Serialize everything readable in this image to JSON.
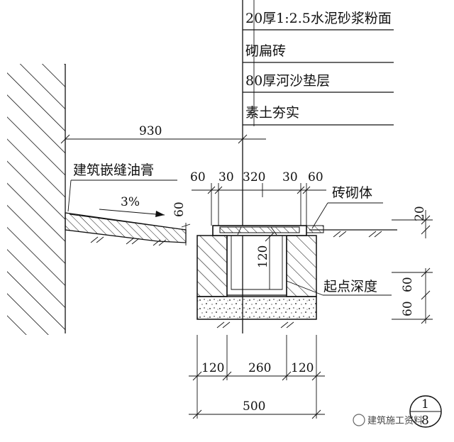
{
  "layers": [
    {
      "label": "20厚1:2.5水泥砂浆粉面"
    },
    {
      "label": "砌扁砖"
    },
    {
      "label": "80厚河沙垫层"
    },
    {
      "label": "素土夯实"
    }
  ],
  "callouts": {
    "sealant": "建筑嵌缝油膏",
    "masonry": "砖砌体",
    "start_depth": "起点深度",
    "slope": "3%"
  },
  "dims": {
    "overall_930": "930",
    "d60_left": "60",
    "d30_left": "30",
    "d320": "320",
    "d30_right": "30",
    "d60_right": "60",
    "slope_60": "60",
    "d120_inner": "120",
    "d20": "20",
    "d60_upper": "60",
    "d60_lower": "60",
    "bottom_120_left": "120",
    "bottom_260": "260",
    "bottom_120_right": "120",
    "bottom_500": "500"
  },
  "badge": {
    "top": "1",
    "bottom": "8"
  },
  "watermark": {
    "text": "建筑施工资料"
  }
}
